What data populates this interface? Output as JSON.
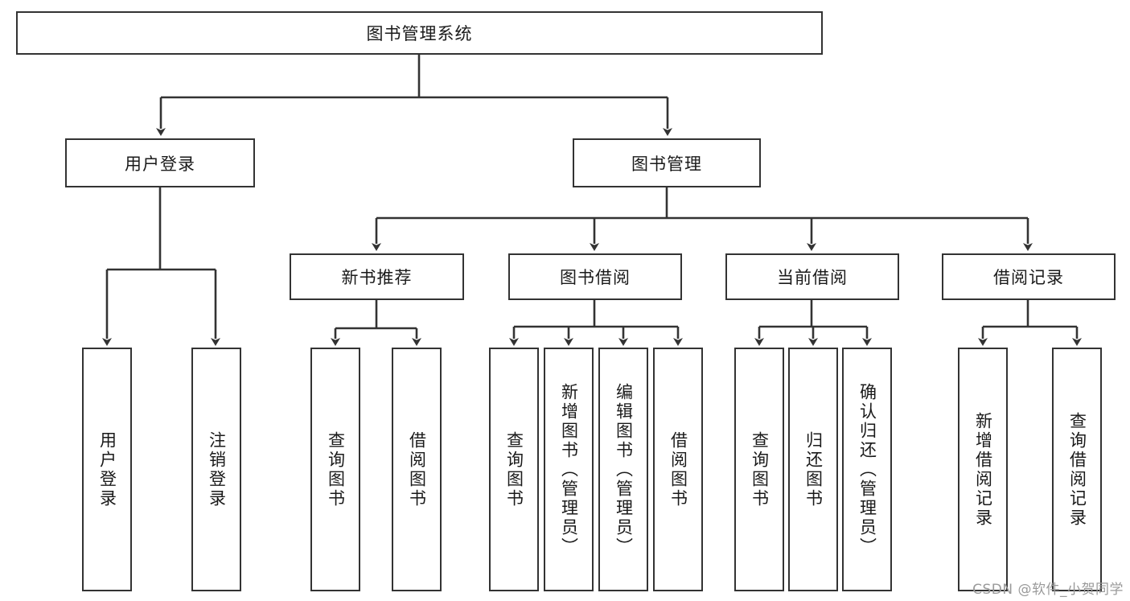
{
  "diagram": {
    "title": "图书管理系统",
    "type": "tree",
    "root": {
      "label": "图书管理系统",
      "children": [
        {
          "label": "用户登录",
          "children": [
            {
              "label": "用户登录"
            },
            {
              "label": "注销登录"
            }
          ]
        },
        {
          "label": "图书管理",
          "children": [
            {
              "label": "新书推荐",
              "children": [
                {
                  "label": "查询图书"
                },
                {
                  "label": "借阅图书"
                }
              ]
            },
            {
              "label": "图书借阅",
              "children": [
                {
                  "label": "查询图书"
                },
                {
                  "label": "新增图书（管理员）"
                },
                {
                  "label": "编辑图书（管理员）"
                },
                {
                  "label": "借阅图书"
                }
              ]
            },
            {
              "label": "当前借阅",
              "children": [
                {
                  "label": "查询图书"
                },
                {
                  "label": "归还图书"
                },
                {
                  "label": "确认归还（管理员）"
                }
              ]
            },
            {
              "label": "借阅记录",
              "children": [
                {
                  "label": "新增借阅记录"
                },
                {
                  "label": "查询借阅记录"
                }
              ]
            }
          ]
        }
      ]
    }
  },
  "nodes": {
    "root": "图书管理系统",
    "l1_user_login": "用户登录",
    "l1_book_mgmt": "图书管理",
    "l2_new_book_rec": "新书推荐",
    "l2_book_borrow": "图书借阅",
    "l2_current_borrow": "当前借阅",
    "l2_borrow_record": "借阅记录",
    "leaf_user_login": "用户登录",
    "leaf_logout": "注销登录",
    "leaf_query_book_1": "查询图书",
    "leaf_borrow_book_1": "借阅图书",
    "leaf_query_book_2": "查询图书",
    "leaf_add_book": "新增图书（管理员）",
    "leaf_edit_book": "编辑图书（管理员）",
    "leaf_borrow_book_2": "借阅图书",
    "leaf_query_book_3": "查询图书",
    "leaf_return_book": "归还图书",
    "leaf_confirm_return": "确认归还（管理员）",
    "leaf_add_record": "新增借阅记录",
    "leaf_query_record": "查询借阅记录"
  },
  "watermark": {
    "text": "CSDN @软件_小贺同学"
  },
  "colors": {
    "border": "#333333",
    "background": "#ffffff",
    "text": "#1a1a1a",
    "watermark": "#9a9a9a"
  }
}
